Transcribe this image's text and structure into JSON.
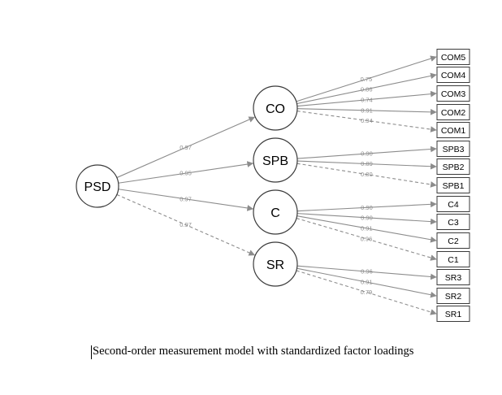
{
  "diagram": {
    "latent_factors": {
      "second_order": "PSD",
      "first_order": [
        "CO",
        "SPB",
        "C",
        "SR"
      ]
    },
    "structural_paths": [
      {
        "from": "PSD",
        "to": "CO",
        "loading": "0.97",
        "style": "solid"
      },
      {
        "from": "PSD",
        "to": "SPB",
        "loading": "0.95",
        "style": "solid"
      },
      {
        "from": "PSD",
        "to": "C",
        "loading": "0.97",
        "style": "solid"
      },
      {
        "from": "PSD",
        "to": "SR",
        "loading": "0.97",
        "style": "dashed"
      }
    ],
    "measurement_paths": [
      {
        "from": "CO",
        "to": "COM5",
        "loading": "0.75",
        "style": "solid"
      },
      {
        "from": "CO",
        "to": "COM4",
        "loading": "0.86",
        "style": "solid"
      },
      {
        "from": "CO",
        "to": "COM3",
        "loading": "0.74",
        "style": "solid"
      },
      {
        "from": "CO",
        "to": "COM2",
        "loading": "0.91",
        "style": "solid"
      },
      {
        "from": "CO",
        "to": "COM1",
        "loading": "0.94",
        "style": "dashed"
      },
      {
        "from": "SPB",
        "to": "SPB3",
        "loading": "0.90",
        "style": "solid"
      },
      {
        "from": "SPB",
        "to": "SPB2",
        "loading": "0.89",
        "style": "solid"
      },
      {
        "from": "SPB",
        "to": "SPB1",
        "loading": "0.80",
        "style": "dashed"
      },
      {
        "from": "C",
        "to": "C4",
        "loading": "0.90",
        "style": "solid"
      },
      {
        "from": "C",
        "to": "C3",
        "loading": "0.90",
        "style": "solid"
      },
      {
        "from": "C",
        "to": "C2",
        "loading": "0.91",
        "style": "solid"
      },
      {
        "from": "C",
        "to": "C1",
        "loading": "0.96",
        "style": "dashed"
      },
      {
        "from": "SR",
        "to": "SR3",
        "loading": "0.96",
        "style": "solid"
      },
      {
        "from": "SR",
        "to": "SR2",
        "loading": "0.91",
        "style": "solid"
      },
      {
        "from": "SR",
        "to": "SR1",
        "loading": "0.79",
        "style": "dashed"
      }
    ],
    "colors": {
      "path": "#8c8c8c",
      "loading_text": "#8c8c8c",
      "node_stroke": "#3a3a3a",
      "text": "#000000"
    }
  },
  "caption": "Second-order measurement model with standardized factor loadings"
}
